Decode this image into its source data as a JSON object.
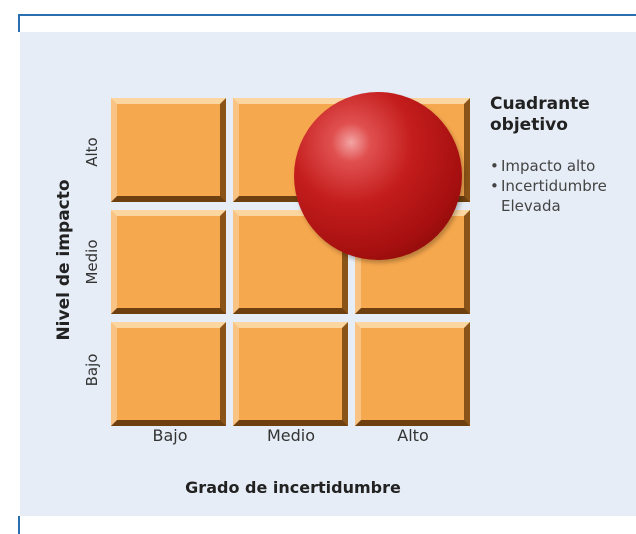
{
  "diagram": {
    "y_axis_title": "Nivel de impacto",
    "x_axis_title": "Grado de incertidumbre",
    "y_levels": [
      "Alto",
      "Medio",
      "Bajo"
    ],
    "x_levels": [
      "Bajo",
      "Medio",
      "Alto"
    ],
    "highlight": {
      "row": "Alto",
      "column": "Alto",
      "shape": "red-sphere"
    }
  },
  "note": {
    "title": "Cuadrante objetivo",
    "bullets": [
      "Impacto alto",
      "Incertidumbre Elevada"
    ]
  },
  "colors": {
    "panel": "#e6edf6",
    "cell": "#f6a84e",
    "sphere": "#c41d1d",
    "rule": "#2a6fb0"
  }
}
